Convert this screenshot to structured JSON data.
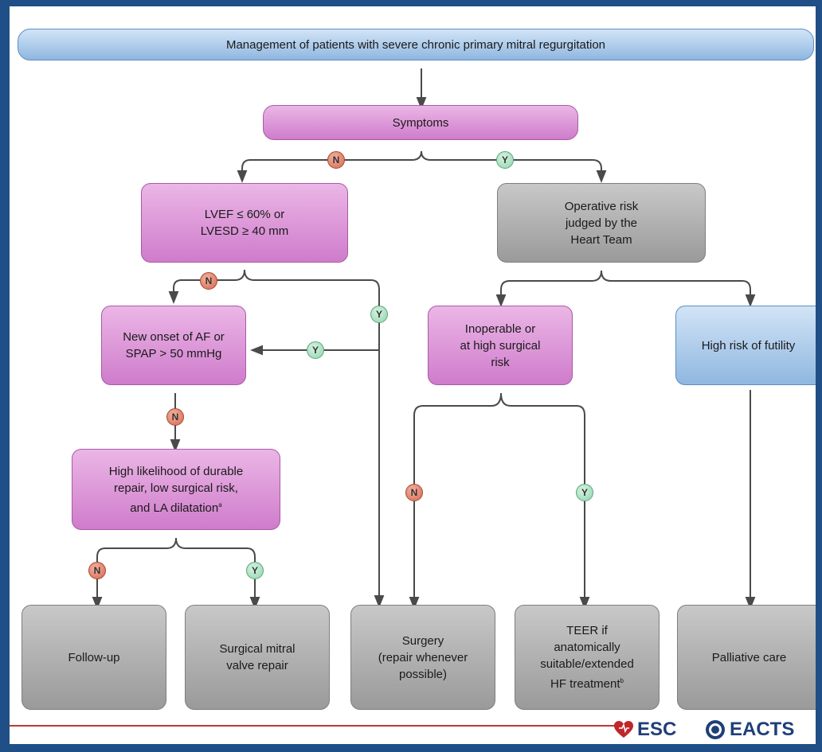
{
  "title": "Management of patients with severe chronic primary mitral regurgitation",
  "nodes": {
    "symptoms": "Symptoms",
    "lvef": "LVEF ≤ 60% or\nLVESD ≥ 40 mm",
    "operative_risk": "Operative risk\njudged by the\nHeart Team",
    "new_onset": "New onset of AF or\nSPAP > 50 mmHg",
    "inoperable": "Inoperable or\nat high surgical\nrisk",
    "high_risk_futility": "High risk of futility",
    "high_likelihood": "High likelihood of durable\nrepair, low surgical risk,\nand LA dilatation",
    "high_likelihood_footnote": "a"
  },
  "outcomes": {
    "follow_up": "Follow-up",
    "surgical_repair": "Surgical mitral\nvalve repair",
    "surgery": "Surgery\n(repair whenever\npossible)",
    "teer": "TEER if\nanatomically\nsuitable/extended\nHF treatment",
    "teer_footnote": "b",
    "palliative": "Palliative care"
  },
  "badges": {
    "no": "N",
    "yes": "Y"
  },
  "logos": {
    "esc": "ESC",
    "eacts": "EACTS"
  },
  "colors": {
    "question_pink": "#d98bd5",
    "grey_box": "#a9a9a9",
    "blue_box": "#a9c9ea",
    "no_badge": "#d9735a",
    "yes_badge": "#9ad8b3",
    "page_border": "#1f4f86",
    "footer_accent": "#b83a35"
  }
}
